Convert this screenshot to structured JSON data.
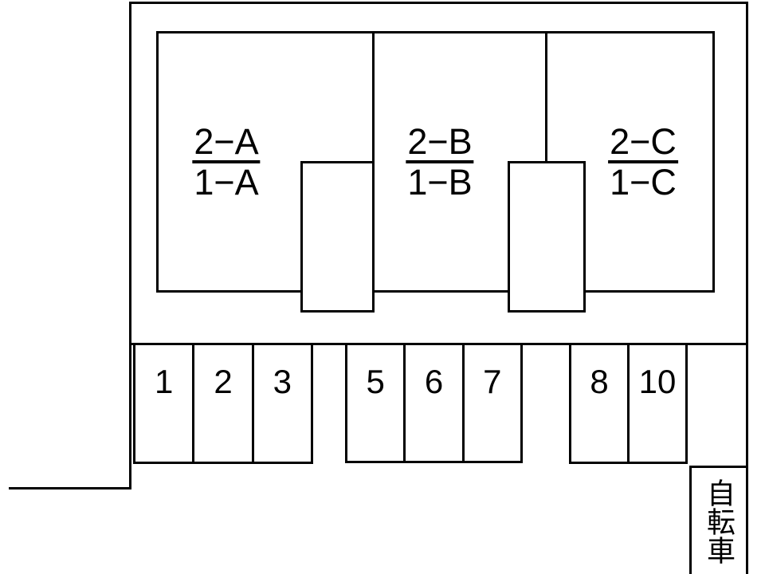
{
  "diagram": {
    "background_color": "#ffffff",
    "line_color": "#000000"
  },
  "buildings": [
    {
      "upper": "2−A",
      "lower": "1−A"
    },
    {
      "upper": "2−B",
      "lower": "1−B"
    },
    {
      "upper": "2−C",
      "lower": "1−C"
    }
  ],
  "parking": {
    "groups": [
      {
        "spaces": [
          "1",
          "2",
          "3"
        ]
      },
      {
        "spaces": [
          "5",
          "6",
          "7"
        ]
      },
      {
        "spaces": [
          "8",
          "10"
        ]
      }
    ]
  },
  "bicycle": {
    "label": "自転車"
  }
}
